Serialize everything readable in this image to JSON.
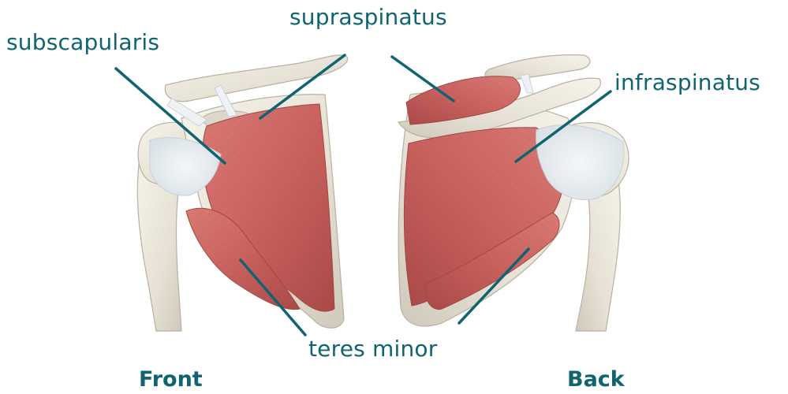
{
  "labels": {
    "supraspinatus": "supraspinatus",
    "subscapularis": "subscapularis",
    "infraspinatus": "infraspinatus",
    "teres_minor": "teres minor"
  },
  "captions": {
    "front": "Front",
    "back": "Back"
  },
  "colors": {
    "label_text": "#0f6470",
    "leader_line": "#0f6470",
    "muscle": "#c9615e",
    "bone": "#ebe7dc",
    "tendon": "#e8eef2"
  }
}
